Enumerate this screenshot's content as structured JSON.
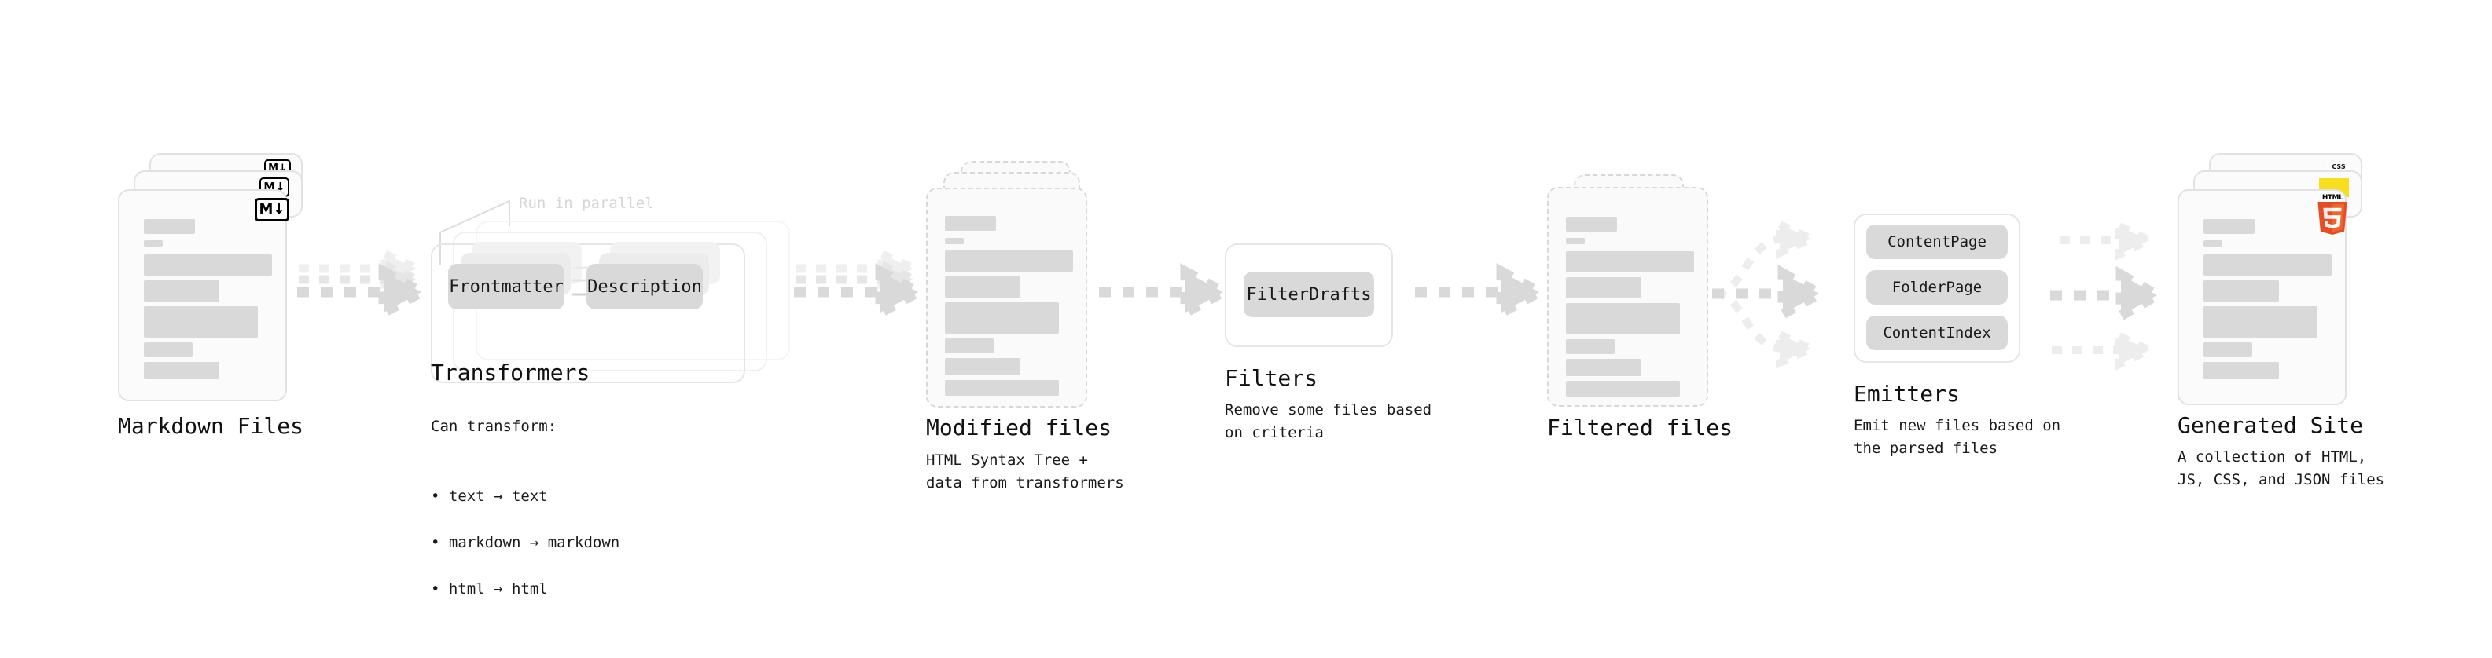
{
  "diagram": {
    "type": "pipeline-flow",
    "orientation": "left-to-right",
    "background": "#ffffff",
    "stages": [
      {
        "id": "markdown-files",
        "title": "Markdown Files",
        "subtitle": "",
        "card_style": "solid",
        "card_count": 3,
        "badge": "markdown-icon",
        "badge_label": "M↓"
      },
      {
        "id": "transformers",
        "title": "Transformers",
        "subtitle": "Can transform:",
        "note": "Run in parallel",
        "bullets": [
          "text → text",
          "markdown → markdown",
          "html → html"
        ],
        "box_count": 3,
        "pills": [
          "Frontmatter",
          "Description"
        ]
      },
      {
        "id": "modified-files",
        "title": "Modified files",
        "subtitle": "HTML Syntax Tree +\ndata from transformers",
        "card_style": "dashed",
        "card_count": 3
      },
      {
        "id": "filters",
        "title": "Filters",
        "subtitle": "Remove some files based\non criteria",
        "pills": [
          "FilterDrafts"
        ]
      },
      {
        "id": "filtered-files",
        "title": "Filtered files",
        "subtitle": "",
        "card_style": "dashed",
        "card_count": 2
      },
      {
        "id": "emitters",
        "title": "Emitters",
        "subtitle": "Emit new files based on\nthe parsed files",
        "pills": [
          "ContentPage",
          "FolderPage",
          "ContentIndex"
        ]
      },
      {
        "id": "generated-site",
        "title": "Generated Site",
        "subtitle": "A collection of HTML,\nJS, CSS, and JSON files",
        "card_style": "solid",
        "card_count": 3,
        "badges": [
          "html5-icon",
          "javascript-icon",
          "css3-icon"
        ],
        "badge_labels": {
          "html5": "HTML",
          "css": "CSS"
        }
      }
    ],
    "connectors": [
      {
        "from": "markdown-files",
        "to": "transformers",
        "style": "dashed-arrow",
        "count": 3,
        "pattern": "stacked"
      },
      {
        "from": "transformers",
        "to": "modified-files",
        "style": "dashed-arrow",
        "count": 3,
        "pattern": "stacked"
      },
      {
        "from": "modified-files",
        "to": "filters",
        "style": "dashed-arrow",
        "count": 1,
        "pattern": "single"
      },
      {
        "from": "filters",
        "to": "filtered-files",
        "style": "dashed-arrow",
        "count": 1,
        "pattern": "single"
      },
      {
        "from": "filtered-files",
        "to": "emitters",
        "style": "dashed-arrow",
        "count": 3,
        "pattern": "fan-out"
      },
      {
        "from": "emitters",
        "to": "generated-site",
        "style": "dashed-arrow",
        "count": 3,
        "pattern": "parallel"
      }
    ],
    "colors": {
      "card_fill": "#fbfbfb",
      "card_border": "#e2e2e2",
      "skeleton": "#d9d9d9",
      "pill_fill": "#d9d9d9",
      "arrow": "#d9d9d9",
      "text": "#111111",
      "note_text": "#d5d5d5",
      "html5": "#e44d26",
      "javascript": "#f7df1e",
      "css3": "#264de4"
    }
  }
}
